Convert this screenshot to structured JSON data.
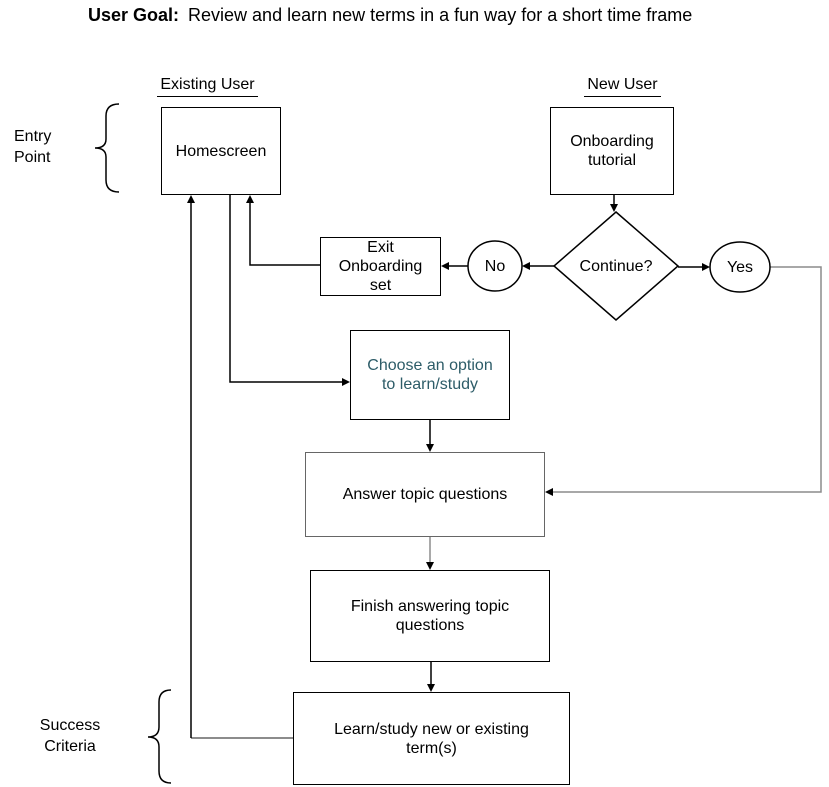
{
  "title": {
    "label": "User Goal:",
    "text": "Review and learn new terms in a fun way for a short time frame"
  },
  "column_headers": {
    "existing_user": "Existing User",
    "new_user": "New User"
  },
  "annotations": {
    "entry_point": {
      "line1": "Entry",
      "line2": "Point"
    },
    "success_criteria": {
      "line1": "Success",
      "line2": "Criteria"
    }
  },
  "nodes": {
    "homescreen": "Homescreen",
    "onboarding_tutorial": "Onboarding tutorial",
    "exit_onboarding_set": "Exit Onboarding set",
    "continue_decision": "Continue?",
    "no": "No",
    "yes": "Yes",
    "choose_option": "Choose an option to learn/study",
    "answer_topic_questions": "Answer topic questions",
    "finish_answering": "Finish answering topic questions",
    "learn_study_terms": "Learn/study new or existing term(s)"
  },
  "colors": {
    "ink": "#000000",
    "gray_line": "#8c8c8c",
    "answer_box_border": "#666666",
    "choose_option_text": "#2d5c68",
    "background": "#ffffff"
  }
}
